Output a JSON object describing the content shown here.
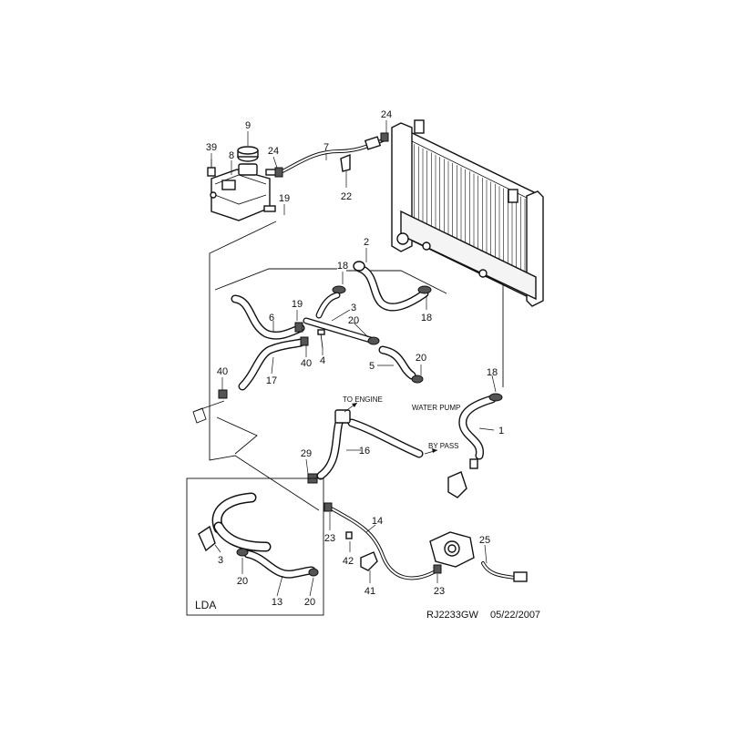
{
  "diagram": {
    "drawing_code": "RJ2233GW",
    "drawing_date": "05/22/2007",
    "inset_label": "LDA",
    "annotations": {
      "to_engine": "TO ENGINE",
      "by_pass": "BY PASS",
      "water_pump": "WATER PUMP"
    },
    "callouts": {
      "c1": "1",
      "c2": "2",
      "c3": "3",
      "c3b": "3",
      "c4": "4",
      "c5": "5",
      "c6": "6",
      "c7": "7",
      "c8": "8",
      "c9": "9",
      "c13": "13",
      "c14": "14",
      "c16": "16",
      "c17": "17",
      "c18a": "18",
      "c18b": "18",
      "c18c": "18",
      "c19a": "19",
      "c19b": "19",
      "c20a": "20",
      "c20b": "20",
      "c20c": "20",
      "c20d": "20",
      "c22": "22",
      "c23a": "23",
      "c23b": "23",
      "c24a": "24",
      "c24b": "24",
      "c25": "25",
      "c29": "29",
      "c39": "39",
      "c40a": "40",
      "c40b": "40",
      "c41": "41",
      "c42": "42"
    }
  }
}
